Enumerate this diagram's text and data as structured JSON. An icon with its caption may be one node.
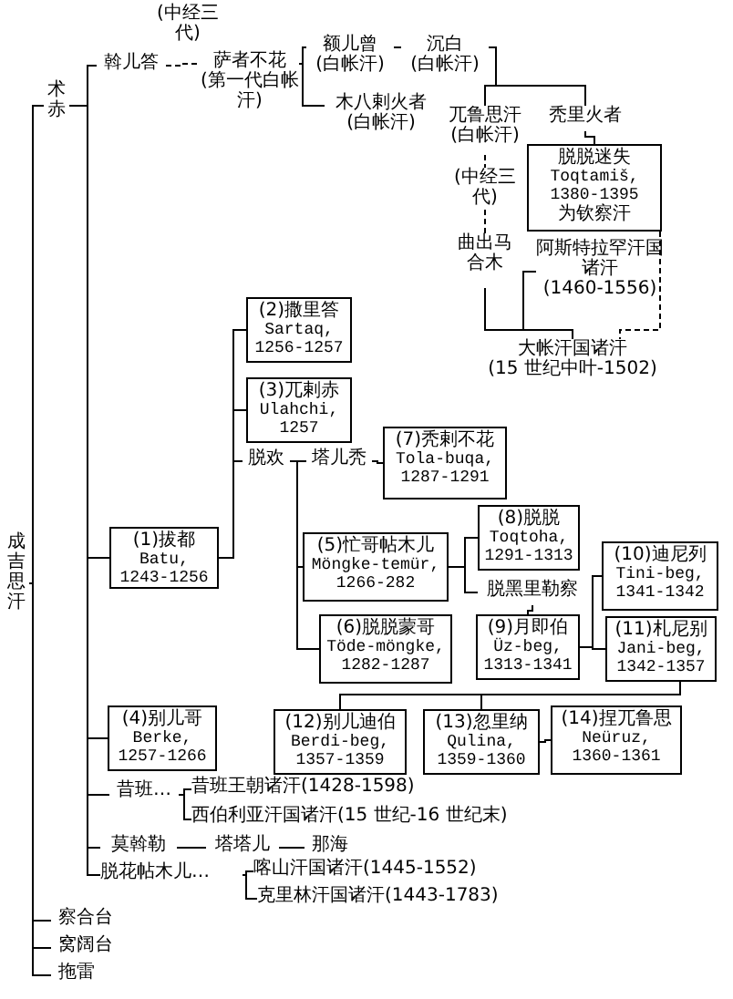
{
  "diagram": {
    "nodes": [
      {
        "text": [
          "成吉思汗"
        ]
      },
      {
        "text": [
          "术赤"
        ]
      },
      {
        "text": [
          "斡儿答"
        ]
      },
      {
        "text": [
          "萨者不花",
          "(第一代白帐汗)"
        ]
      },
      {
        "text": [
          "额儿曾",
          "(白帐汗)"
        ]
      },
      {
        "text": [
          "沉白",
          "(白帐汗)"
        ]
      },
      {
        "text": [
          "木八剌火者",
          "(白帐汗)"
        ]
      },
      {
        "text": [
          "兀鲁思汗",
          "(白帐汗)"
        ]
      },
      {
        "text": [
          "秃里火者"
        ]
      },
      {
        "text": [
          "脱脱迷失",
          "Toqtamiš, 1380-1395",
          "为钦察汗"
        ]
      },
      {
        "text": [
          "曲出马合木"
        ]
      },
      {
        "text": [
          "阿斯特拉罕汗国诸汗",
          "(1460-1556)"
        ]
      },
      {
        "text": [
          "大帐汗国诸汗",
          "(15 世纪中叶-1502)"
        ]
      },
      {
        "text": [
          "(1)拔都",
          "Batu, 1243-1256"
        ]
      },
      {
        "text": [
          "(2)撒里答",
          "Sartaq, 1256-1257"
        ]
      },
      {
        "text": [
          "(3)兀剌赤",
          "Ulahchi, 1257"
        ]
      },
      {
        "text": [
          "脱欢"
        ]
      },
      {
        "text": [
          "塔儿秃"
        ]
      },
      {
        "text": [
          "(7)秃剌不花",
          "Tola-buqa, 1287-1291"
        ]
      },
      {
        "text": [
          "(5)忙哥帖木儿",
          "Möngke-temür, 1266-282"
        ]
      },
      {
        "text": [
          "(6)脱脱蒙哥",
          "Töde-möngke, 1282-1287"
        ]
      },
      {
        "text": [
          "(8)脱脱",
          "Toqtoha, 1291-1313"
        ]
      },
      {
        "text": [
          "脱黑里勒察"
        ]
      },
      {
        "text": [
          "(9)月即伯",
          "Üz-beg, 1313-1341"
        ]
      },
      {
        "text": [
          "(10)迪尼列",
          "Tini-beg, 1341-1342"
        ]
      },
      {
        "text": [
          "(11)札尼别",
          "Jani-beg, 1342-1357"
        ]
      },
      {
        "text": [
          "(4)别儿哥",
          "Berke, 1257-1266"
        ]
      },
      {
        "text": [
          "(12)别儿迪伯",
          "Berdi-beg, 1357-1359"
        ]
      },
      {
        "text": [
          "(13)忽里纳",
          "Qulina, 1359-1360"
        ]
      },
      {
        "text": [
          "(14)捏兀鲁思",
          "Neüruz, 1360-1361"
        ]
      },
      {
        "text": [
          "昔班…"
        ]
      },
      {
        "text": [
          "昔班王朝诸汗(1428-1598)"
        ]
      },
      {
        "text": [
          "西伯利亚汗国诸汗(15 世纪-16 世纪末)"
        ]
      },
      {
        "text": [
          "莫斡勒"
        ]
      },
      {
        "text": [
          "塔塔儿"
        ]
      },
      {
        "text": [
          "那海"
        ]
      },
      {
        "text": [
          "脱花帖木儿…"
        ]
      },
      {
        "text": [
          "喀山汗国诸汗(1445-1552)"
        ]
      },
      {
        "text": [
          "克里林汗国诸汗(1443-1783)"
        ]
      },
      {
        "text": [
          "察合台"
        ]
      },
      {
        "text": [
          "窝阔台"
        ]
      },
      {
        "text": [
          "拖雷"
        ]
      }
    ],
    "edges": [
      {
        "from": 0,
        "to": 1,
        "arrow": "none"
      },
      {
        "from": 0,
        "to": 39,
        "arrow": "none"
      },
      {
        "from": 0,
        "to": 40,
        "arrow": "none"
      },
      {
        "from": 0,
        "to": 41,
        "arrow": "none"
      },
      {
        "from": 1,
        "to": 2,
        "arrow": "none"
      },
      {
        "from": 1,
        "to": 13,
        "arrow": "none"
      },
      {
        "from": 1,
        "to": 26,
        "arrow": "none"
      },
      {
        "from": 1,
        "to": 30,
        "arrow": "none"
      },
      {
        "from": 1,
        "to": 33,
        "arrow": "none"
      },
      {
        "from": 1,
        "to": 36,
        "arrow": "none"
      },
      {
        "from": 2,
        "to": 3,
        "arrow": "none",
        "style": "dashed",
        "label": "(中经三代)"
      },
      {
        "from": 3,
        "to": 4,
        "arrow": "none"
      },
      {
        "from": 3,
        "to": 6,
        "arrow": "none"
      },
      {
        "from": 4,
        "to": 5,
        "arrow": "none"
      },
      {
        "from": 5,
        "to": 7,
        "arrow": "none"
      },
      {
        "from": 5,
        "to": 8,
        "arrow": "none"
      },
      {
        "from": 8,
        "to": 9,
        "arrow": "none"
      },
      {
        "from": 7,
        "to": 10,
        "arrow": "none",
        "style": "dashed",
        "label": "(中经三代)"
      },
      {
        "from": 10,
        "to": 11,
        "arrow": "none"
      },
      {
        "from": 10,
        "to": 12,
        "arrow": "none"
      },
      {
        "from": 9,
        "to": 12,
        "arrow": "none",
        "style": "dashed"
      },
      {
        "from": 13,
        "to": 14,
        "arrow": "none"
      },
      {
        "from": 13,
        "to": 15,
        "arrow": "none"
      },
      {
        "from": 13,
        "to": 16,
        "arrow": "none"
      },
      {
        "from": 16,
        "to": 17,
        "arrow": "none"
      },
      {
        "from": 17,
        "to": 18,
        "arrow": "none"
      },
      {
        "from": 16,
        "to": 19,
        "arrow": "none"
      },
      {
        "from": 16,
        "to": 20,
        "arrow": "none"
      },
      {
        "from": 19,
        "to": 21,
        "arrow": "none"
      },
      {
        "from": 19,
        "to": 22,
        "arrow": "none"
      },
      {
        "from": 22,
        "to": 23,
        "arrow": "none"
      },
      {
        "from": 23,
        "to": 24,
        "arrow": "none"
      },
      {
        "from": 23,
        "to": 25,
        "arrow": "none"
      },
      {
        "from": 25,
        "to": 27,
        "arrow": "none"
      },
      {
        "from": 25,
        "to": 28,
        "arrow": "none"
      },
      {
        "from": 28,
        "to": 29,
        "arrow": "none"
      },
      {
        "from": 30,
        "to": 31,
        "arrow": "none"
      },
      {
        "from": 30,
        "to": 32,
        "arrow": "none"
      },
      {
        "from": 33,
        "to": 34,
        "arrow": "none"
      },
      {
        "from": 34,
        "to": 35,
        "arrow": "none"
      },
      {
        "from": 36,
        "to": 37,
        "arrow": "none"
      },
      {
        "from": 36,
        "to": 38,
        "arrow": "none"
      }
    ]
  }
}
